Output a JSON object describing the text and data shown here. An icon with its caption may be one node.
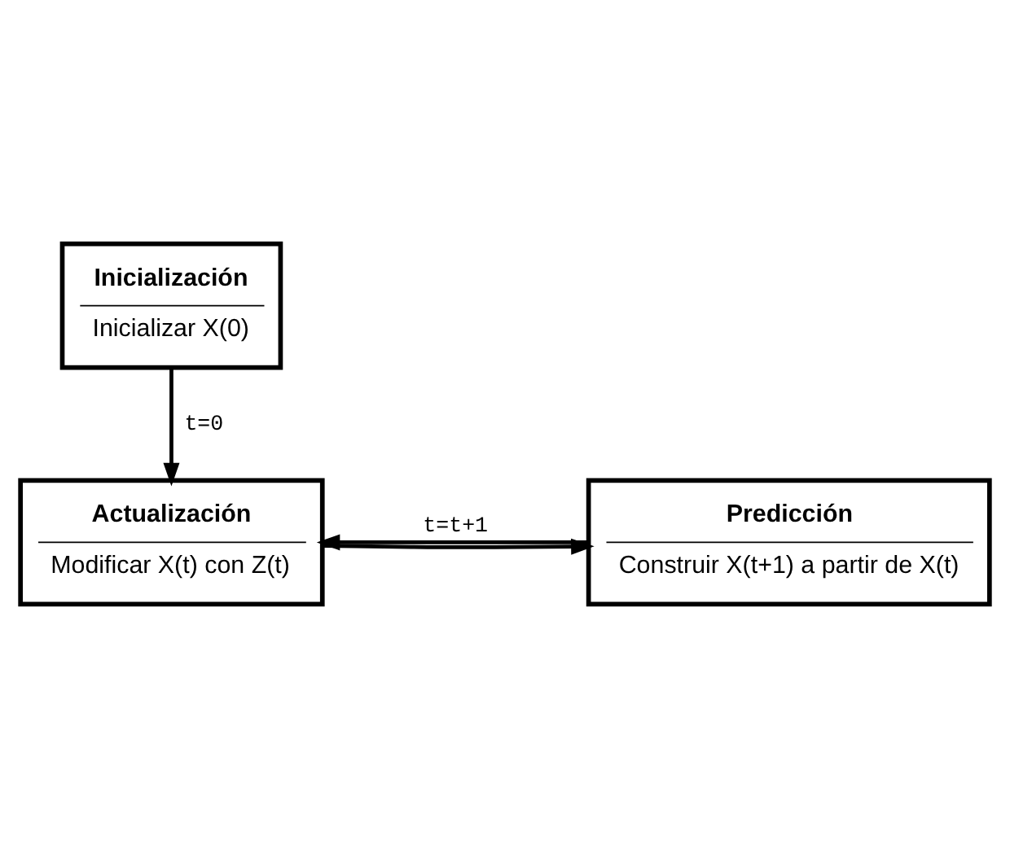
{
  "diagram": {
    "nodes": [
      {
        "text": [
          "Inicialización",
          "Inicializar X(0)"
        ]
      },
      {
        "text": [
          "Actualización",
          "Modificar X(t) con Z(t)"
        ]
      },
      {
        "text": [
          "Predicción",
          "Construir X(t+1) a partir de X(t)"
        ]
      }
    ],
    "edges": [
      {
        "from": 0,
        "to": 1,
        "arrow": "to",
        "label": "t=0"
      },
      {
        "from": 1,
        "to": 2,
        "arrow": "to"
      },
      {
        "from": 2,
        "to": 1,
        "arrow": "to",
        "label": "t=t+1"
      }
    ]
  }
}
